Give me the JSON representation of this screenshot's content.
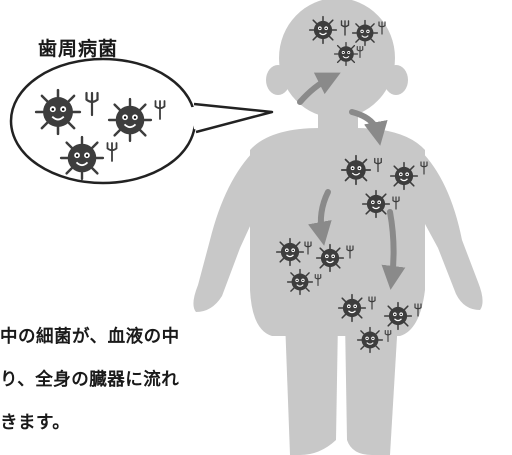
{
  "title": "歯周病菌",
  "description": [
    "の中の細菌が、血液の中",
    "入り、全身の臓器に流れ",
    "いきます。"
  ],
  "colors": {
    "body": "#c8c8c8",
    "arrow": "#8a8a8a",
    "bacteria_dark": "#3d3d3d",
    "bacteria_mid": "#6a6a6a",
    "text": "#1a1a1a"
  },
  "icons": [
    "periodontal-bacteria-icon",
    "human-silhouette",
    "circulation-arrow-icon"
  ]
}
